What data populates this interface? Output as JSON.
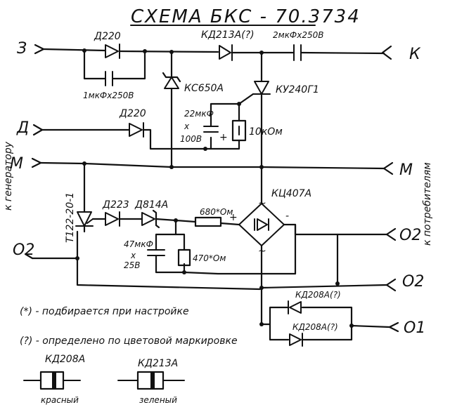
{
  "title": "СХЕМА БКС - 70.3734",
  "terminals": {
    "left_3": "З",
    "left_d": "Д",
    "left_m": "М",
    "left_o2": "О2",
    "right_k": "К",
    "right_m": "М",
    "right_o2a": "О2",
    "right_o2b": "О2",
    "right_o1": "О1"
  },
  "side_labels": {
    "left": "к генератору",
    "right": "к потребителям"
  },
  "components": {
    "d220_top": "Д220",
    "cap_top": "1мкФх250В",
    "kd213_top": "КД213А(?)",
    "cap_right": "2мкФх250В",
    "zener_kc650": "КС650А",
    "thyristor_ku240": "КУ240Г1",
    "d220_mid": "Д220",
    "cap_22": "22мкФ",
    "cap_22_x": "х",
    "cap_22_v": "100В",
    "plus_1": "+",
    "res_10k": "10кОм",
    "bridge": "КЦ407А",
    "thyristor_t122": "Т122-20-1",
    "d223": "Д223",
    "d814": "Д814А",
    "res_680": "680*Ом",
    "plus_2": "+",
    "cap_47": "47мкФ",
    "cap_47_x": "х",
    "cap_47_v": "25В",
    "res_470": "470*Ом",
    "kd208_1": "КД208А(?)",
    "kd208_2": "КД208А(?)",
    "bridge_tilde_top": "~",
    "bridge_tilde_bottom": "~",
    "bridge_minus": "-"
  },
  "notes": {
    "note1": "(*) - подбирается при настройке",
    "note2": "(?) - определено по цветовой маркировке"
  },
  "legend": {
    "kd208_name": "КД208А",
    "kd208_color": "красный",
    "kd213_name": "КД213А",
    "kd213_color": "зеленый"
  }
}
